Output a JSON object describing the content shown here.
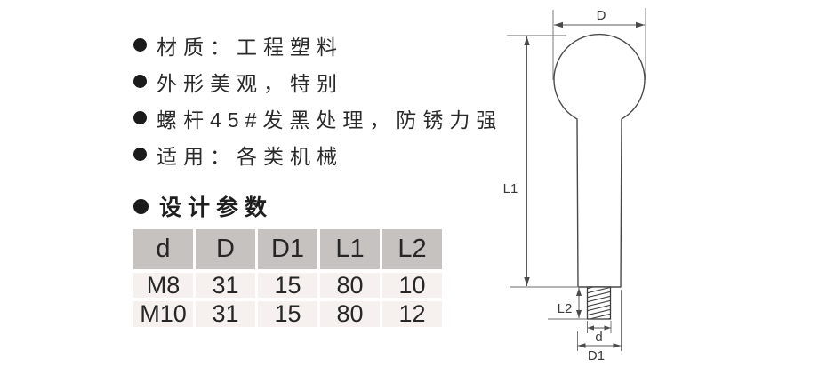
{
  "features": {
    "items": [
      "材质：工程塑料",
      "外形美观，特别",
      "螺杆45#发黑处理，防锈力强",
      "适用：各类机械"
    ]
  },
  "section_title": "设计参数",
  "table": {
    "headers": [
      "d",
      "D",
      "D1",
      "L1",
      "L2"
    ],
    "rows": [
      [
        "M8",
        "31",
        "15",
        "80",
        "10"
      ],
      [
        "M10",
        "31",
        "15",
        "80",
        "12"
      ]
    ]
  },
  "diagram": {
    "description": "ball knob handle with threaded stud",
    "dimension_labels": {
      "D": "D",
      "L1": "L1",
      "L2": "L2",
      "d": "d",
      "D1": "D1"
    }
  },
  "colors": {
    "page_bg": "#ffffff",
    "table_header_bg": "#c6c2c0",
    "table_row_bg": "#f6f1ee",
    "text": "#2a2a2a",
    "line": "#4a4a4a"
  }
}
